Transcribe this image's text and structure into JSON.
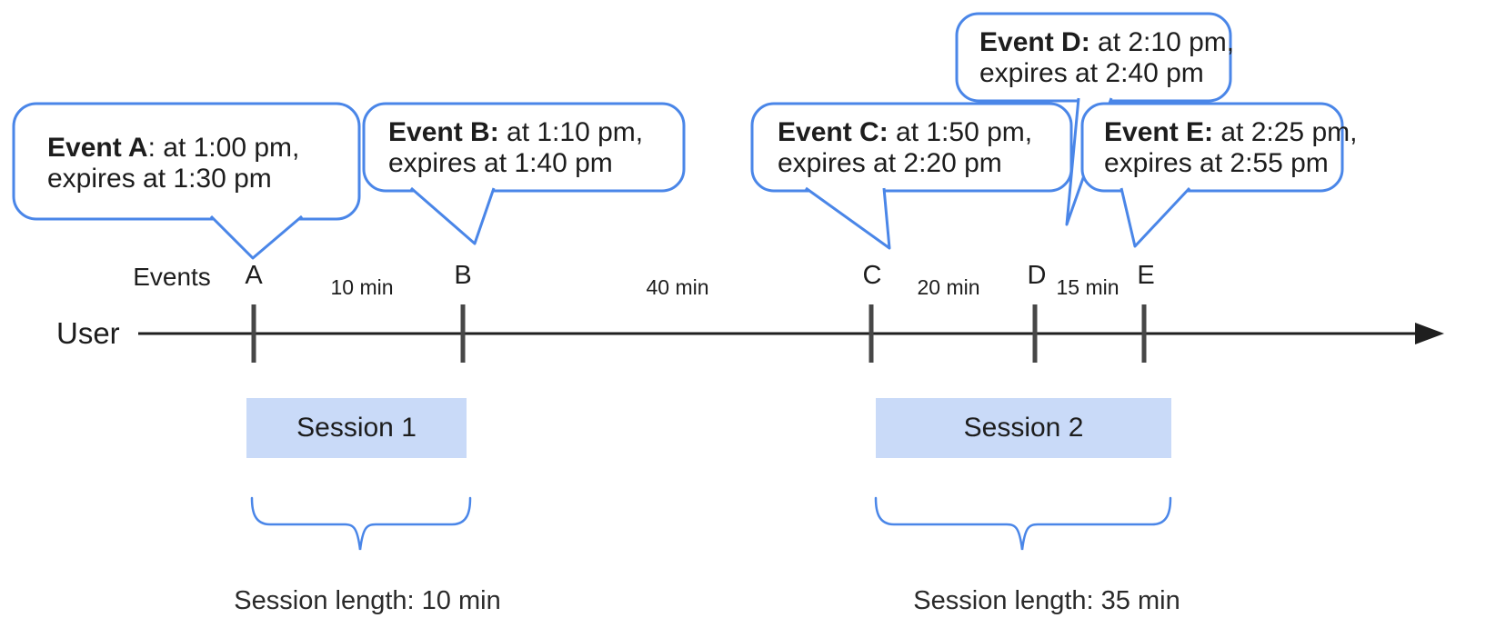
{
  "colors": {
    "accent_blue": "#4a86e8",
    "session_fill": "#c9daf8",
    "tick_gray": "#474747",
    "line_black": "#1f1f1f"
  },
  "bubbles": [
    {
      "id": "A",
      "title": "Event A",
      "rest": ": at 1:00 pm,",
      "line2": "expires at 1:30 pm"
    },
    {
      "id": "B",
      "title": "Event B:",
      "rest": " at 1:10 pm,",
      "line2": "expires at 1:40 pm"
    },
    {
      "id": "C",
      "title": "Event C:",
      "rest": " at 1:50 pm,",
      "line2": "expires at 2:20 pm"
    },
    {
      "id": "D",
      "title": "Event D:",
      "rest": " at 2:10 pm,",
      "line2": "expires at 2:40 pm"
    },
    {
      "id": "E",
      "title": "Event E:",
      "rest": " at 2:25 pm,",
      "line2": "expires at 2:55 pm"
    }
  ],
  "timeline": {
    "axis_label": "User",
    "events_label": "Events",
    "event_marks": [
      "A",
      "B",
      "C",
      "D",
      "E"
    ],
    "intervals": [
      {
        "label": "10 min"
      },
      {
        "label": "40 min"
      },
      {
        "label": "20 min"
      },
      {
        "label": "15 min"
      }
    ]
  },
  "sessions": [
    {
      "label": "Session 1",
      "length_label": "Session length: 10 min"
    },
    {
      "label": "Session 2",
      "length_label": "Session length: 35 min"
    }
  ]
}
